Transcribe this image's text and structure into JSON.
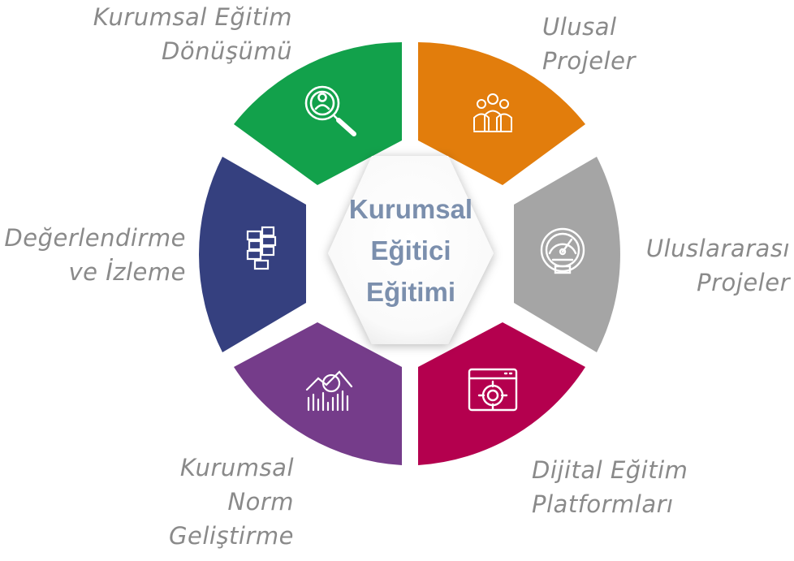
{
  "center": {
    "line1": "Kurumsal",
    "line2": "Eğitici",
    "line3": "Eğitimi"
  },
  "segments": [
    {
      "id": "kurumsal-egitim-donusumu",
      "lines": [
        "Kurumsal Eğitim",
        "Dönüşümü"
      ],
      "color": "#12a14b",
      "icon": "search-person-icon"
    },
    {
      "id": "ulusal-projeler",
      "lines": [
        "Ulusal",
        "Projeler"
      ],
      "color": "#e27d0c",
      "icon": "team-icon"
    },
    {
      "id": "uluslararasi-projeler",
      "lines": [
        "Uluslararası",
        "Projeler"
      ],
      "color": "#a5a5a5",
      "icon": "gauge-icon"
    },
    {
      "id": "dijital-egitim-platformlari",
      "lines": [
        "Dijital Eğitim",
        "Platformları"
      ],
      "color": "#b4004e",
      "icon": "browser-target-icon"
    },
    {
      "id": "kurumsal-norm-gelistirme",
      "lines": [
        "Kurumsal",
        "Norm",
        "Geliştirme"
      ],
      "color": "#753c8a",
      "icon": "chart-magnifier-icon"
    },
    {
      "id": "degerlendirme-ve-izleme",
      "lines": [
        "Değerlendirme",
        "ve İzleme"
      ],
      "color": "#35407f",
      "icon": "building-blocks-icon"
    }
  ]
}
